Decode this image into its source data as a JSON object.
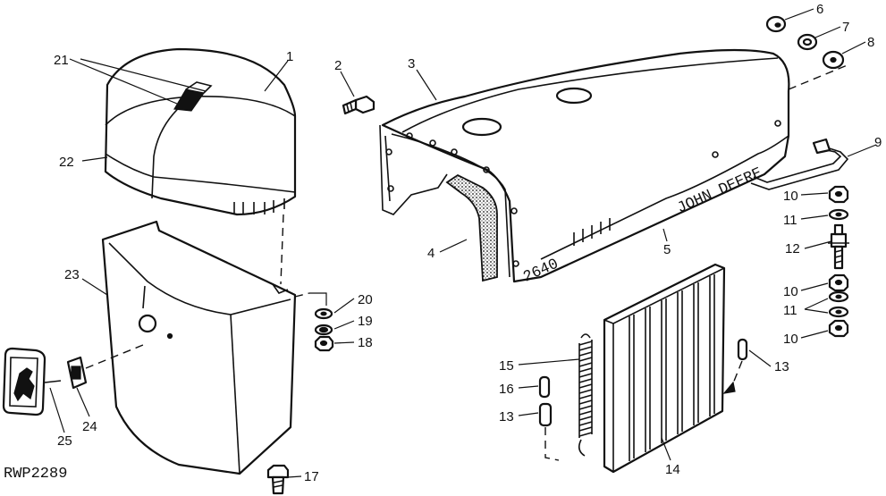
{
  "figure": {
    "code": "RWP2289",
    "brand_text": "JOHN DEERE",
    "model_text": "2640",
    "callouts": [
      {
        "id": "c1",
        "label": "1"
      },
      {
        "id": "c2",
        "label": "2"
      },
      {
        "id": "c3",
        "label": "3"
      },
      {
        "id": "c4",
        "label": "4"
      },
      {
        "id": "c5",
        "label": "5"
      },
      {
        "id": "c6",
        "label": "6"
      },
      {
        "id": "c7",
        "label": "7"
      },
      {
        "id": "c8",
        "label": "8"
      },
      {
        "id": "c9",
        "label": "9"
      },
      {
        "id": "c10a",
        "label": "10"
      },
      {
        "id": "c11a",
        "label": "11"
      },
      {
        "id": "c12",
        "label": "12"
      },
      {
        "id": "c10b",
        "label": "10"
      },
      {
        "id": "c11b",
        "label": "11"
      },
      {
        "id": "c10c",
        "label": "10"
      },
      {
        "id": "c13a",
        "label": "13"
      },
      {
        "id": "c14",
        "label": "14"
      },
      {
        "id": "c15",
        "label": "15"
      },
      {
        "id": "c16",
        "label": "16"
      },
      {
        "id": "c13b",
        "label": "13"
      },
      {
        "id": "c17",
        "label": "17"
      },
      {
        "id": "c18",
        "label": "18"
      },
      {
        "id": "c19",
        "label": "19"
      },
      {
        "id": "c20",
        "label": "20"
      },
      {
        "id": "c21",
        "label": "21"
      },
      {
        "id": "c22",
        "label": "22"
      },
      {
        "id": "c23",
        "label": "23"
      },
      {
        "id": "c24",
        "label": "24"
      },
      {
        "id": "c25",
        "label": "25"
      }
    ]
  }
}
